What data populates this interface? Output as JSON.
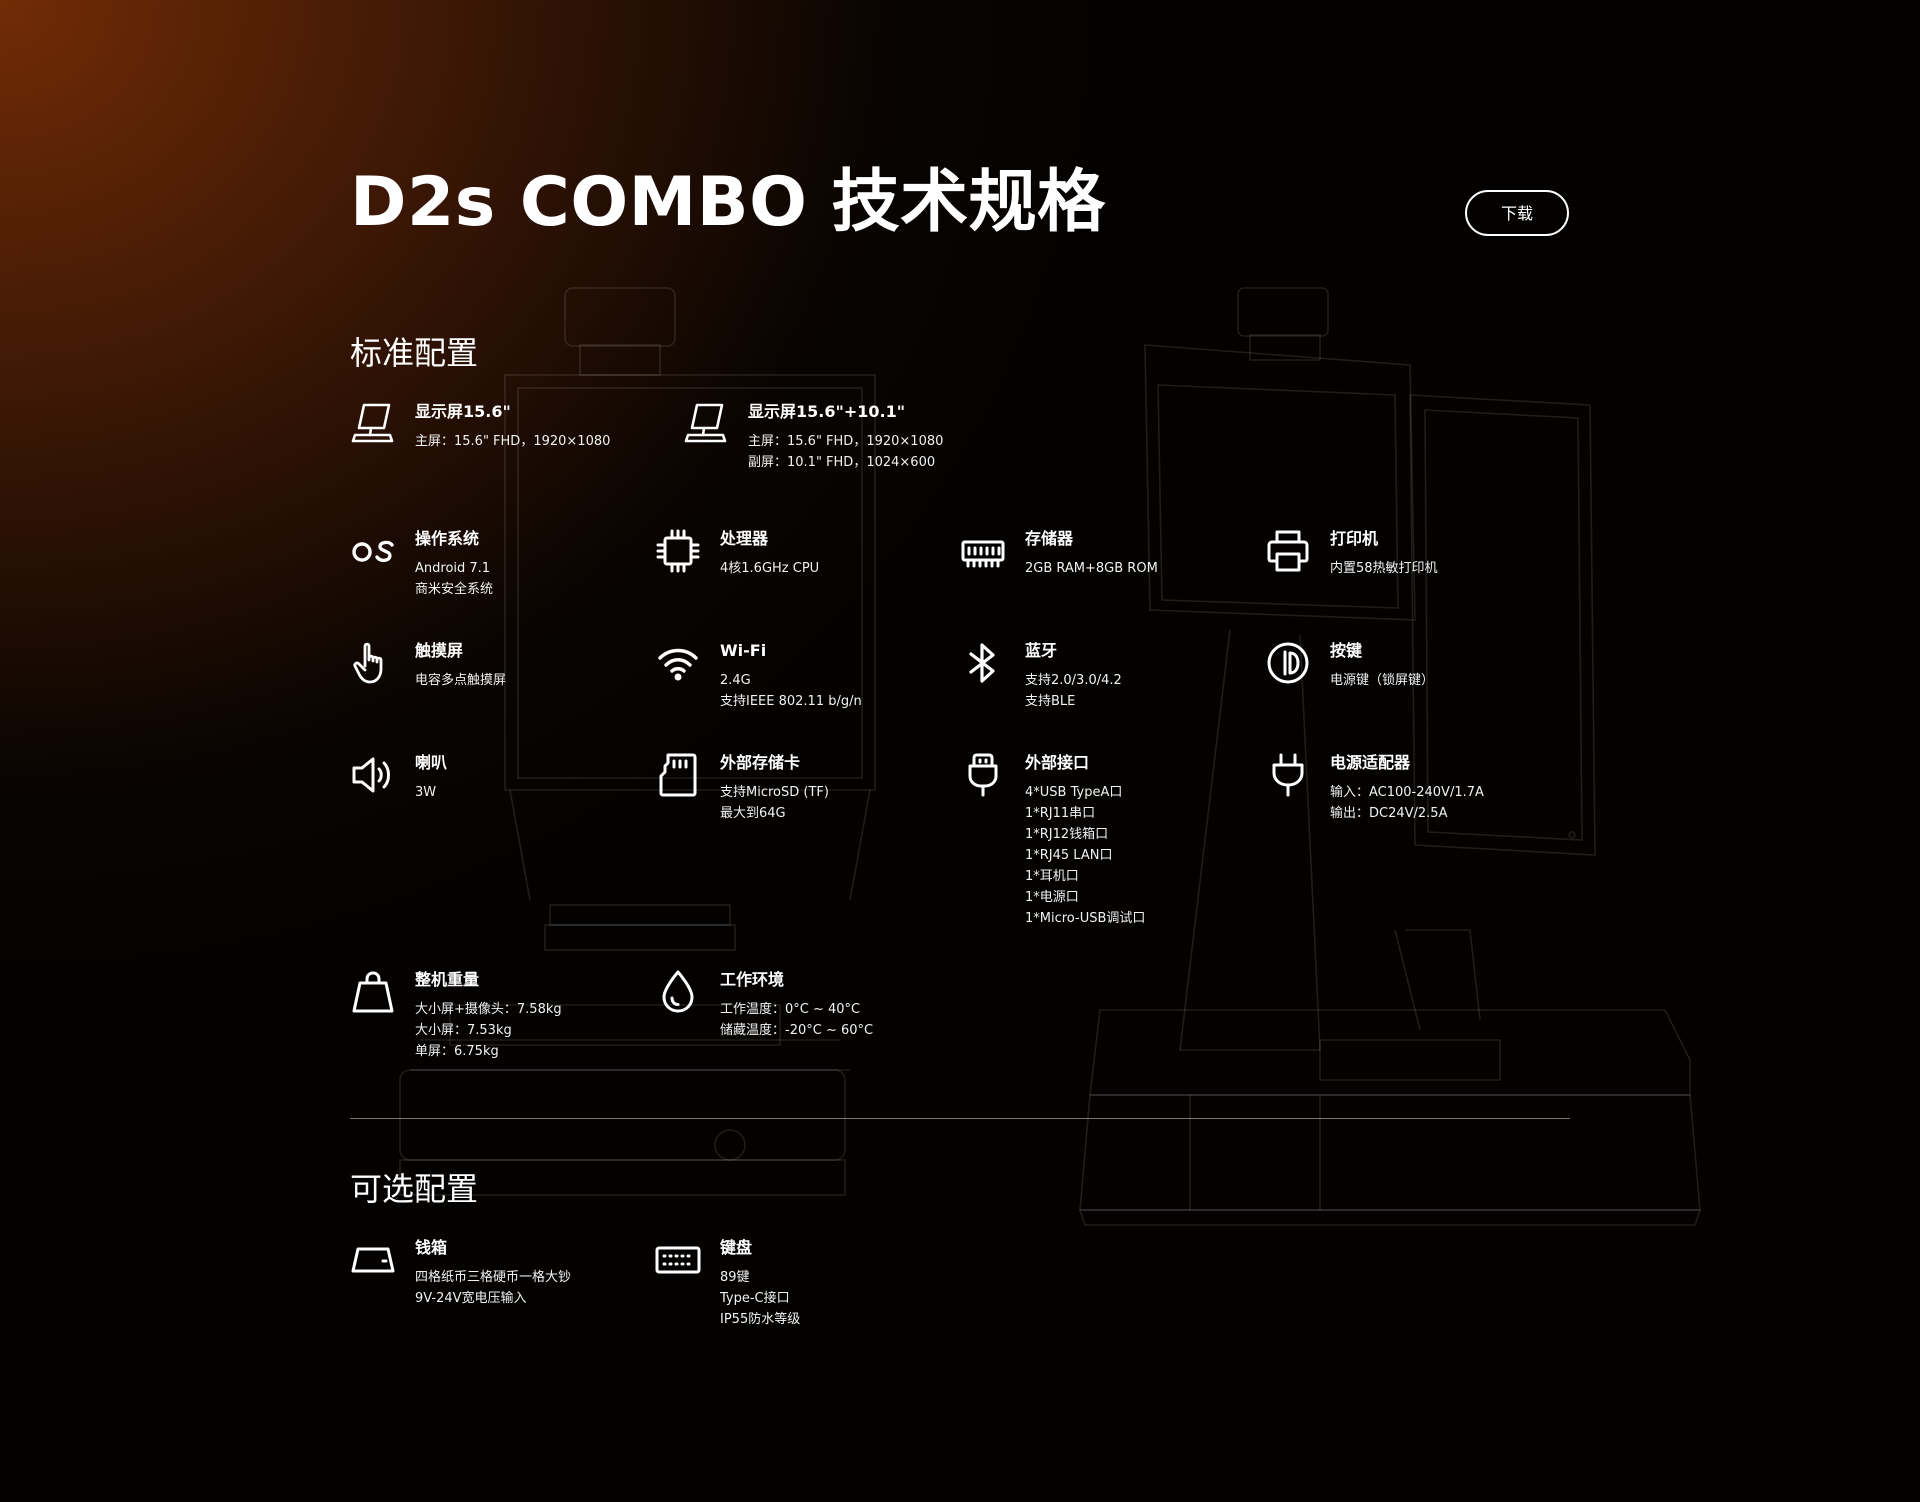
{
  "header": {
    "title": "D2s COMBO 技术规格",
    "download_label": "下载"
  },
  "standard": {
    "section_title": "标准配置",
    "items": [
      {
        "icon": "monitor-icon",
        "title": "显示屏15.6\"",
        "lines": [
          "主屏：15.6\" FHD，1920×1080"
        ]
      },
      {
        "icon": "monitor-icon",
        "title": "显示屏15.6\"+10.1\"",
        "lines": [
          "主屏：15.6\" FHD，1920×1080",
          "副屏：10.1\" FHD，1024×600"
        ]
      },
      {
        "icon": "os-icon",
        "title": "操作系统",
        "lines": [
          "Android 7.1",
          "商米安全系统"
        ]
      },
      {
        "icon": "cpu-icon",
        "title": "处理器",
        "lines": [
          "4核1.6GHz CPU"
        ]
      },
      {
        "icon": "memory-icon",
        "title": "存储器",
        "lines": [
          "2GB RAM+8GB ROM"
        ]
      },
      {
        "icon": "printer-icon",
        "title": "打印机",
        "lines": [
          "内置58热敏打印机"
        ]
      },
      {
        "icon": "touch-icon",
        "title": "触摸屏",
        "lines": [
          "电容多点触摸屏"
        ]
      },
      {
        "icon": "wifi-icon",
        "title": "Wi-Fi",
        "lines": [
          "2.4G",
          "支持IEEE 802.11 b/g/n"
        ]
      },
      {
        "icon": "bluetooth-icon",
        "title": "蓝牙",
        "lines": [
          "支持2.0/3.0/4.2",
          "支持BLE"
        ]
      },
      {
        "icon": "power-button-icon",
        "title": "按键",
        "lines": [
          "电源键（锁屏键）"
        ]
      },
      {
        "icon": "speaker-icon",
        "title": "喇叭",
        "lines": [
          "3W"
        ]
      },
      {
        "icon": "sd-card-icon",
        "title": "外部存储卡",
        "lines": [
          "支持MicroSD (TF)",
          "最大到64G"
        ]
      },
      {
        "icon": "usb-plug-icon",
        "title": "外部接口",
        "lines": [
          "4*USB TypeA口",
          "1*RJ11串口",
          "1*RJ12钱箱口",
          "1*RJ45 LAN口",
          "1*耳机口",
          "1*电源口",
          "1*Micro-USB调试口"
        ]
      },
      {
        "icon": "power-plug-icon",
        "title": "电源适配器",
        "lines": [
          "输入：AC100-240V/1.7A",
          "输出：DC24V/2.5A"
        ]
      },
      {
        "icon": "weight-icon",
        "title": "整机重量",
        "lines": [
          "大小屏+摄像头：7.58kg",
          "大小屏：7.53kg",
          "单屏：6.75kg"
        ]
      },
      {
        "icon": "water-drop-icon",
        "title": "工作环境",
        "lines": [
          "工作温度：0°C ~ 40°C",
          "储藏温度：-20°C ~ 60°C"
        ]
      }
    ]
  },
  "optional": {
    "section_title": "可选配置",
    "items": [
      {
        "icon": "cash-drawer-icon",
        "title": "钱箱",
        "lines": [
          "四格纸币三格硬币一格大钞",
          "9V-24V宽电压输入"
        ]
      },
      {
        "icon": "keyboard-icon",
        "title": "键盘",
        "lines": [
          "89键",
          "Type-C接口",
          "IP55防水等级"
        ]
      }
    ]
  }
}
